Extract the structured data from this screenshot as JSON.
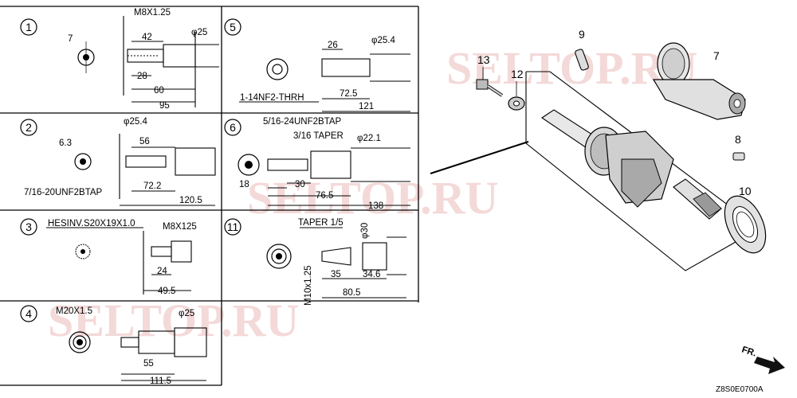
{
  "watermark": "SELTOP.RU",
  "drawing_code": "Z8S0E0700A",
  "direction_label": "FR.",
  "panels": [
    {
      "num": "1",
      "labels": {
        "thread": "M8X1.25",
        "d_hole": "7",
        "d_42": "42",
        "d_dia": "φ25",
        "d_28": "28",
        "d_60": "60",
        "d_95": "95"
      }
    },
    {
      "num": "2",
      "labels": {
        "d_dia": "φ25.4",
        "d_hole": "6.3",
        "d_56": "56",
        "d_72": "72.2",
        "d_120": "120.5",
        "thread": "7/16-20UNF2BTAP"
      }
    },
    {
      "num": "3",
      "labels": {
        "thread": "HESINV.S20X19X1.0",
        "thread2": "M8X125",
        "d_24": "24",
        "d_49": "49.5"
      }
    },
    {
      "num": "4",
      "labels": {
        "thread": "M20X1.5",
        "d_dia": "φ25",
        "d_55": "55",
        "d_111": "111.5"
      }
    },
    {
      "num": "5",
      "labels": {
        "d_26": "26",
        "d_dia": "φ25.4",
        "thread": "1-14NF2-THRH",
        "d_72": "72.5",
        "d_121": "121"
      }
    },
    {
      "num": "6",
      "labels": {
        "thread": "5/16-24UNF2BTAP",
        "taper": "3/16 TAPER",
        "d_dia": "φ22.1",
        "d_18": "18",
        "d_30": "30",
        "d_76": "76.5",
        "d_138": "138"
      }
    },
    {
      "num": "11",
      "labels": {
        "taper": "TAPER 1/5",
        "d_dia": "φ30",
        "thread": "M10x1.25",
        "d_35": "35",
        "d_34": "34.6",
        "d_80": "80.5"
      }
    }
  ],
  "parts": [
    {
      "num": "7"
    },
    {
      "num": "8"
    },
    {
      "num": "9"
    },
    {
      "num": "10"
    },
    {
      "num": "12"
    },
    {
      "num": "13"
    }
  ]
}
